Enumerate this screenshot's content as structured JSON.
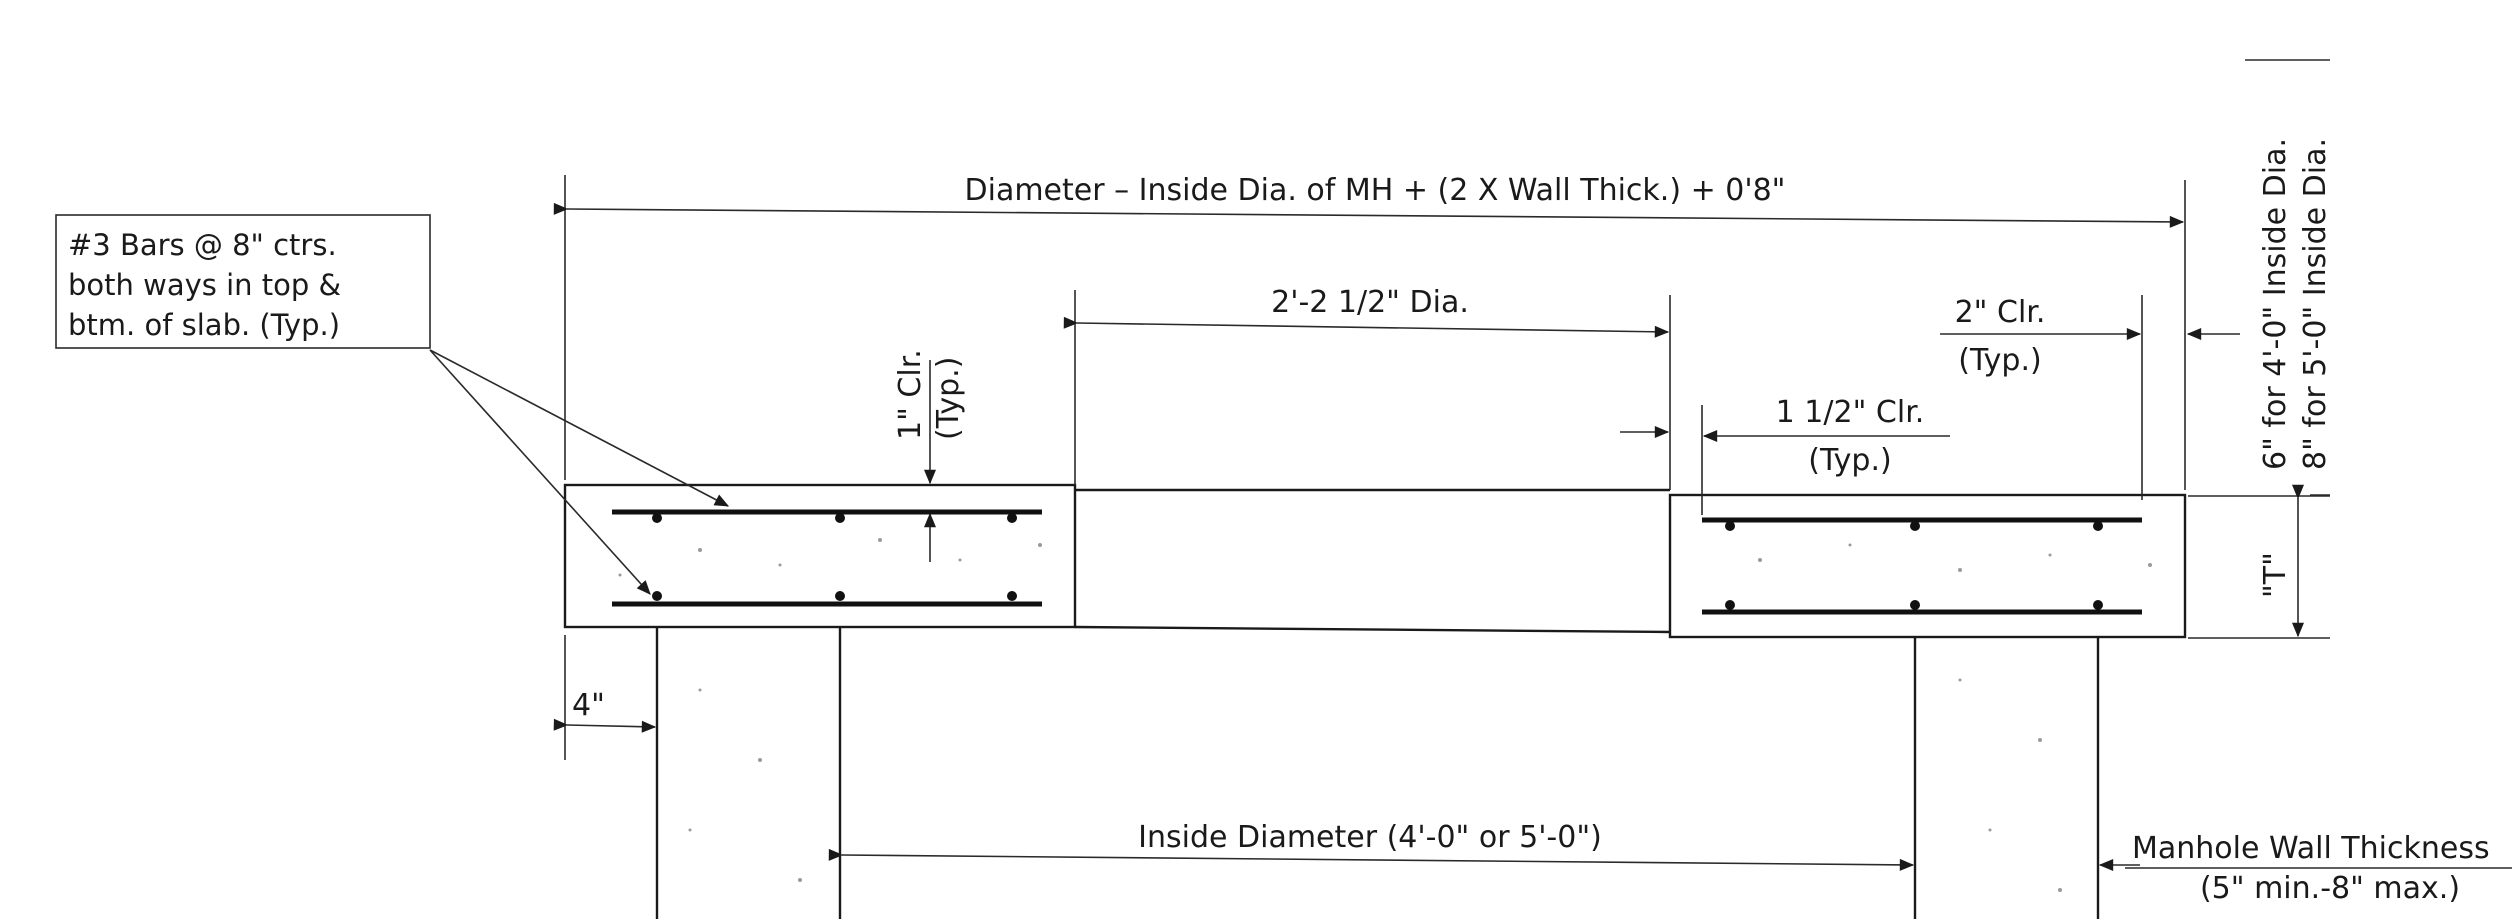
{
  "labels": {
    "diameter_formula": "Diameter – Inside Dia. of MH + (2 X Wall Thick.) + 0'8\"",
    "opening_dia": "2'-2 1/2\" Dia.",
    "clr_2": "2\" Clr.",
    "clr_2_typ": "(Typ.)",
    "clr_1_5": "1 1/2\" Clr.",
    "clr_1_5_typ": "(Typ.)",
    "clr_1": "1\" Clr.",
    "clr_1_typ": "(Typ.)",
    "rebar_note": [
      "#3 Bars @ 8\" ctrs.",
      "both ways in top &",
      "btm. of slab. (Typ.)"
    ],
    "offset_4": "4\"",
    "inside_diameter": "Inside Diameter (4'-0\" or 5'-0\")",
    "wall_thickness": "Manhole Wall Thickness",
    "wall_thickness_range": "(5\" min.-8\" max.)",
    "slab_thickness": "\"T\"",
    "slab_6": "6\" for 4'-0\" Inside Dia.",
    "slab_8": "8\" for 5'-0\" Inside Dia."
  }
}
